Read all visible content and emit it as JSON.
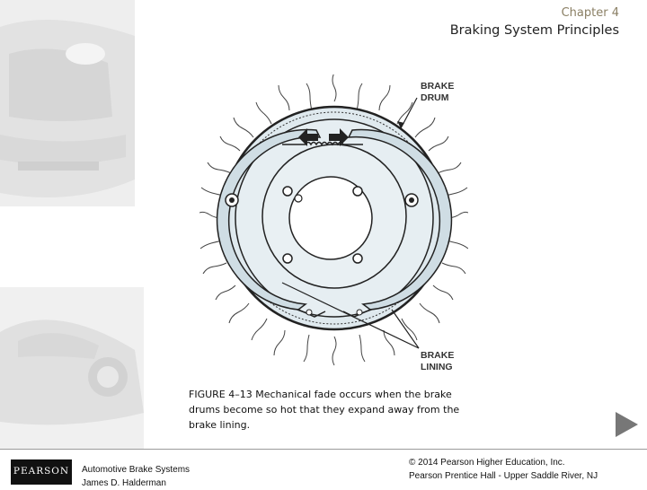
{
  "header": {
    "chapter": "Chapter 4",
    "title": "Braking System Principles"
  },
  "figure": {
    "label_drum": [
      "BRAKE",
      "DRUM"
    ],
    "label_lining": [
      "BRAKE",
      "LINING"
    ],
    "caption": "FIGURE 4–13 Mechanical fade occurs when the brake drums become so hot that they expand away from the brake lining."
  },
  "footer": {
    "publisher_logo": "PEARSON",
    "book_title": "Automotive Brake Systems",
    "author": "James D. Halderman",
    "copyright": "© 2014 Pearson Higher Education, Inc.",
    "imprint": "Pearson Prentice Hall - Upper Saddle River, NJ"
  },
  "colors": {
    "accent_chapter": "#8a7f64",
    "drum_fill": "#dfe9ee",
    "next_arrow": "#777777"
  },
  "icons": {
    "next": "play-triangle-icon"
  }
}
